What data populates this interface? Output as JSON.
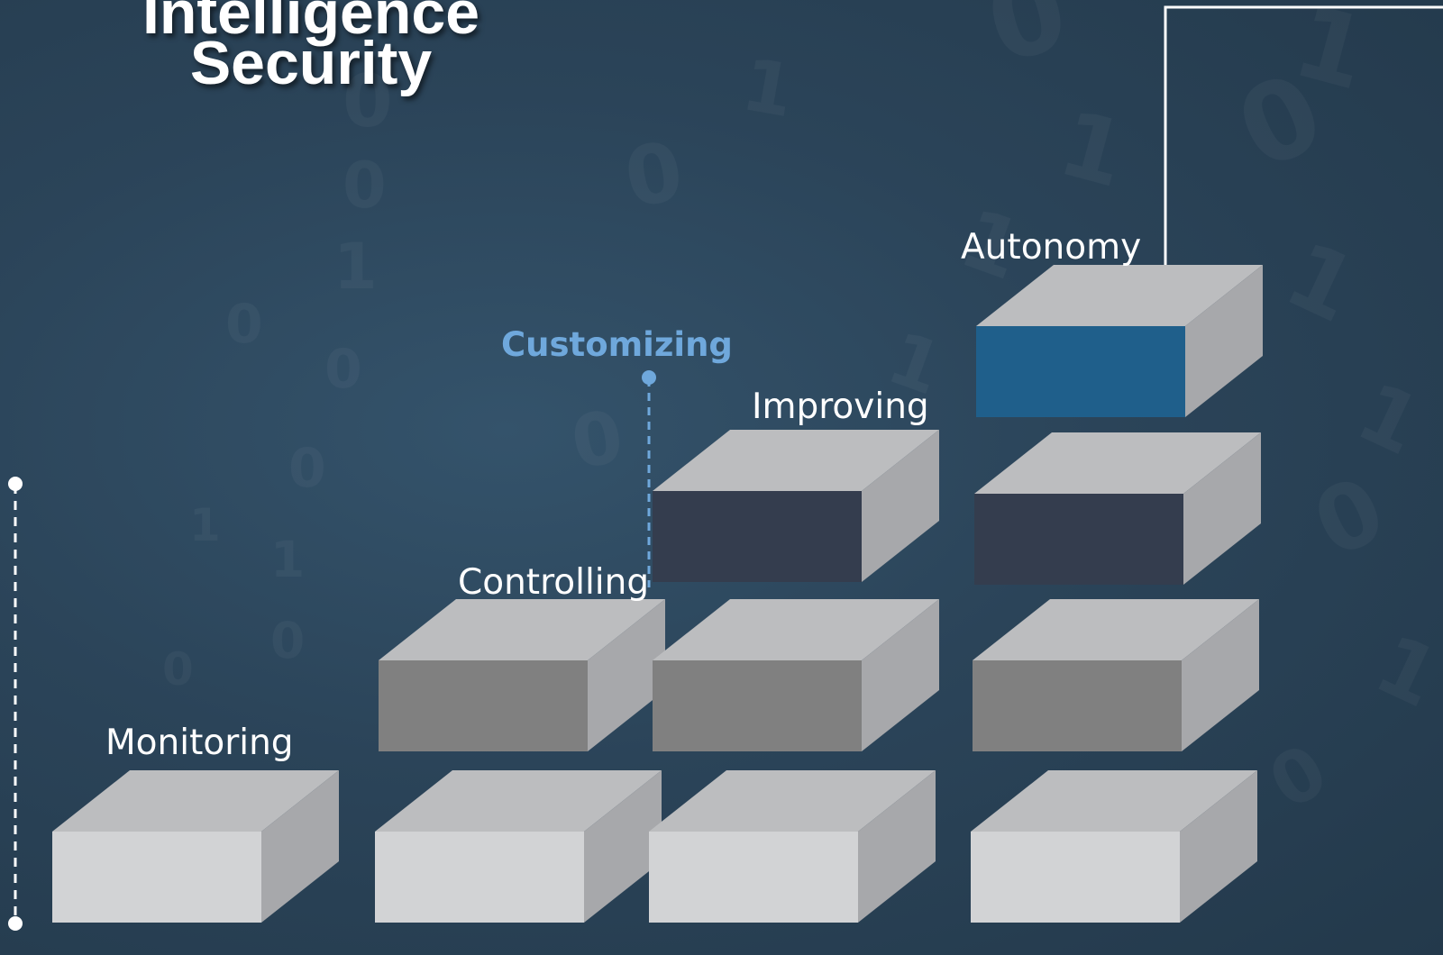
{
  "title": {
    "line1": "Intelligence",
    "line2": "Security"
  },
  "stages": [
    {
      "label": "Monitoring",
      "highlight": false
    },
    {
      "label": "Controlling",
      "highlight": false
    },
    {
      "label": "Customizing",
      "highlight": true
    },
    {
      "label": "Improving",
      "highlight": false
    },
    {
      "label": "Autonomy",
      "highlight": false
    }
  ],
  "colors": {
    "background": "#2b4459",
    "block_top": "#bcbdbf",
    "block_side": "#a7a8ab",
    "front_row1": "#d2d3d5",
    "front_row2": "#808080",
    "front_row3": "#343d4e",
    "front_highlight": "#1f5f8b",
    "accent_label": "#6fa8dc",
    "label_text": "#ffffff"
  }
}
